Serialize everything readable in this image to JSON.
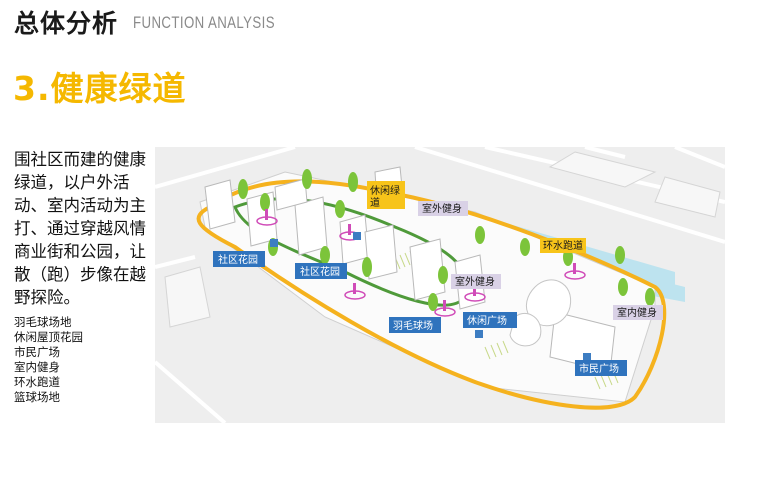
{
  "header": {
    "title_cn": "总体分析",
    "title_en": "FUNCTION ANALYSIS"
  },
  "section": {
    "title": "3.健康绿道"
  },
  "description": "围社区而建的健康绿道，以户外活动、室内活动为主打、通过穿越风情商业街和公园，让散（跑）步像在越野探险。",
  "legend": [
    "羽毛球场地",
    "休闲屋顶花园",
    "市民广场",
    "室内健身",
    "环水跑道",
    "篮球场地"
  ],
  "map": {
    "labels": {
      "leisure_greenway_1": "休闲绿",
      "leisure_greenway_2": "道",
      "outdoor_fitness_top": "室外健身",
      "community_garden_left": "社区花园",
      "community_garden_mid": "社区花园",
      "waterside_track": "环水跑道",
      "outdoor_fitness_mid": "室外健身",
      "badminton": "羽毛球场",
      "leisure_plaza": "休闲广场",
      "indoor_fitness": "室内健身",
      "civic_plaza": "市民广场"
    },
    "colors": {
      "greenway_yellow": "#f5b21e",
      "inner_loop_green": "#4f9a3a",
      "water_blue": "#bde3ef",
      "tag_yellow": "#f7c41a",
      "tag_blue": "#2f73bd",
      "tag_lavender": "#d9d1e6"
    }
  }
}
